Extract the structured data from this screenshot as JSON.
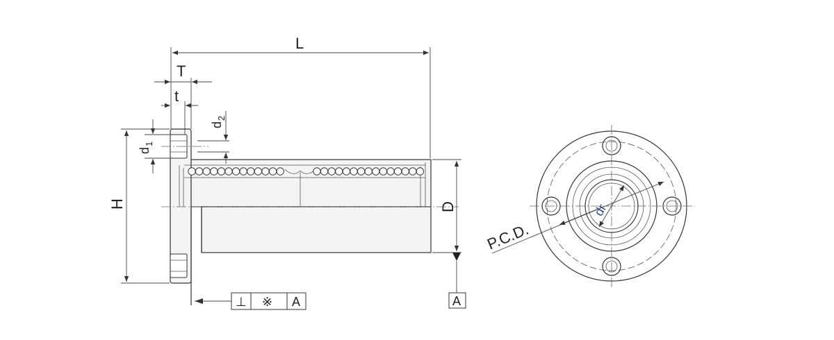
{
  "labels": {
    "L": "L",
    "T": "T",
    "t": "t",
    "d2_main": "d",
    "d2_sub": "2",
    "d1_main": "d",
    "d1_sub": "1",
    "H": "H",
    "D": "D",
    "dr": "dr",
    "pcd": "P.C.D.",
    "datum": "A"
  },
  "tolerance_frame": {
    "symbol": "⊥",
    "value": "※",
    "datum": "A"
  },
  "colors": {
    "line": "#333333",
    "dr_label": "#3a4f8a"
  }
}
